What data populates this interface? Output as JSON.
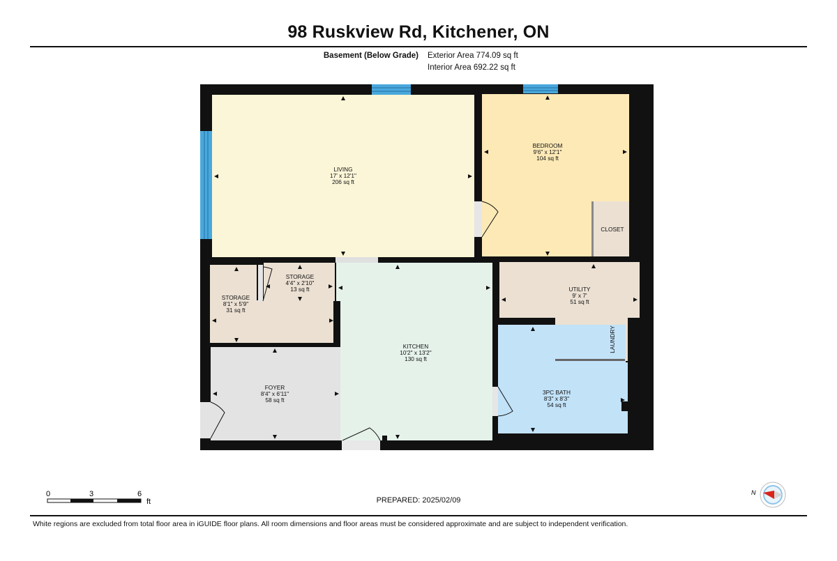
{
  "header": {
    "title": "98 Ruskview Rd, Kitchener, ON",
    "floor_name": "Basement (Below Grade)",
    "exterior_area": "Exterior Area 774.09 sq ft",
    "interior_area": "Interior Area 692.22 sq ft"
  },
  "rooms": {
    "living": {
      "name": "LIVING",
      "dims": "17' x 12'1\"",
      "area": "206 sq ft"
    },
    "bedroom": {
      "name": "BEDROOM",
      "dims": "9'6\" x 12'1\"",
      "area": "104 sq ft"
    },
    "closet": {
      "name": "CLOSET"
    },
    "storage_small": {
      "name": "STORAGE",
      "dims": "4'4\" x 2'10\"",
      "area": "13 sq ft"
    },
    "storage_large": {
      "name": "STORAGE",
      "dims": "8'1\" x 5'9\"",
      "area": "31 sq ft"
    },
    "utility": {
      "name": "UTILITY",
      "dims": "9' x 7'",
      "area": "51 sq ft"
    },
    "laundry": {
      "name": "LAUNDRY"
    },
    "kitchen": {
      "name": "KITCHEN",
      "dims": "10'2\" x 13'2\"",
      "area": "130 sq ft"
    },
    "foyer": {
      "name": "FOYER",
      "dims": "8'4\" x 6'11\"",
      "area": "58 sq ft"
    },
    "bath": {
      "name": "3PC BATH",
      "dims": "8'3\" x 8'3\"",
      "area": "54 sq ft"
    }
  },
  "room_colors": {
    "living": "#fbf6d8",
    "bedroom": "#fde9b6",
    "storage": "#ebe0d2",
    "utility": "#ebe0d2",
    "kitchen": "#e5f2ea",
    "foyer": "#e3e3e3",
    "bath": "#c2e2f8",
    "wall": "#111111",
    "window": "#4aa8dc"
  },
  "scale_bar": {
    "labels": [
      "0",
      "3",
      "6"
    ],
    "unit": "ft"
  },
  "compass": {
    "label": "N",
    "icon": "compass-icon"
  },
  "footer": {
    "prepared": "PREPARED: 2025/02/09",
    "disclaimer": "White regions are excluded from total floor area in iGUIDE floor plans. All room dimensions and floor areas must be considered approximate and are subject to independent verification."
  }
}
